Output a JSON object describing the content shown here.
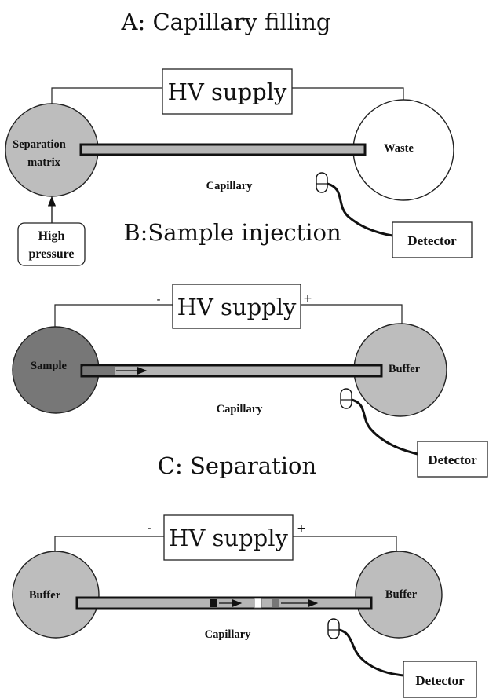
{
  "panel_a": {
    "title": "A: Capillary filling",
    "hv_label": "HV supply",
    "left_reservoir": [
      "Separation",
      "matrix"
    ],
    "right_reservoir": "Waste",
    "capillary_label": "Capillary",
    "pressure_label": [
      "High",
      "pressure"
    ],
    "detector_label": "Detector"
  },
  "panel_b": {
    "title": "B:Sample injection",
    "hv_label": "HV supply",
    "minus_sign": "-",
    "plus_sign": "+",
    "left_reservoir": "Sample",
    "right_reservoir": "Buffer",
    "capillary_label": "Capillary",
    "detector_label": "Detector"
  },
  "panel_c": {
    "title": "C: Separation",
    "hv_label": "HV supply",
    "minus_sign": "-",
    "plus_sign": "+",
    "left_reservoir": "Buffer",
    "right_reservoir": "Buffer",
    "capillary_label": "Capillary",
    "detector_label": "Detector"
  },
  "colors": {
    "matrix_gray": "#bdbdbd",
    "sample_dark": "#777777",
    "capillary_fill": "#b5b5b5"
  }
}
